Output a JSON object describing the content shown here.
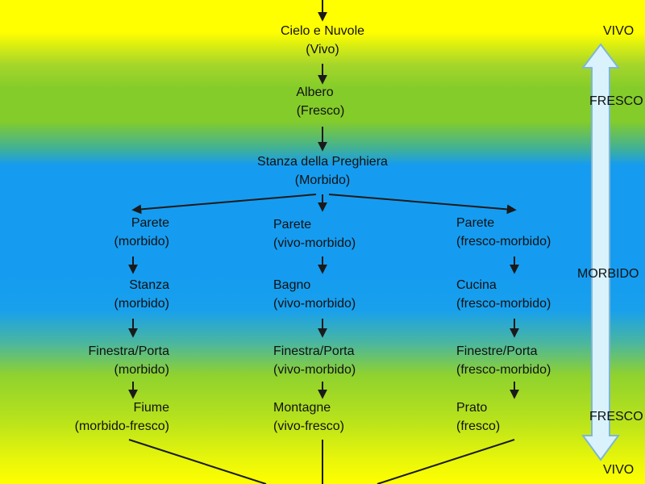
{
  "top": {
    "cielo": {
      "name": "Cielo e Nuvole",
      "quality": "(Vivo)"
    },
    "albero": {
      "name": "Albero",
      "quality": "(Fresco)"
    },
    "stanza_preghiera": {
      "name": "Stanza della Preghiera",
      "quality": "(Morbido)"
    }
  },
  "left_column": [
    {
      "name": "Parete",
      "quality": "(morbido)"
    },
    {
      "name": "Stanza",
      "quality": "(morbido)"
    },
    {
      "name": "Finestra/Porta",
      "quality": "(morbido)"
    },
    {
      "name": "Fiume",
      "quality": "(morbido-fresco)"
    }
  ],
  "middle_column": [
    {
      "name": "Parete",
      "quality": "(vivo-morbido)"
    },
    {
      "name": "Bagno",
      "quality": "(vivo-morbido)"
    },
    {
      "name": "Finestra/Porta",
      "quality": "(vivo-morbido)"
    },
    {
      "name": "Montagne",
      "quality": "(vivo-fresco)"
    }
  ],
  "right_column": [
    {
      "name": "Parete",
      "quality": "(fresco-morbido)"
    },
    {
      "name": "Cucina",
      "quality": "(fresco-morbido)"
    },
    {
      "name": "Finestre/Porta",
      "quality": "(fresco-morbido)"
    },
    {
      "name": "Prato",
      "quality": "(fresco)"
    }
  ],
  "scale": {
    "top": "VIVO",
    "upper": "FRESCO",
    "middle": "MORBIDO",
    "lower": "FRESCO",
    "bottom": "VIVO"
  },
  "colors": {
    "yellow": "#ffff00",
    "green": "#84cc2a",
    "blue": "#159cf0",
    "scale_arrow_fill": "#d9f2fb",
    "scale_arrow_stroke": "#7fb6d4"
  }
}
